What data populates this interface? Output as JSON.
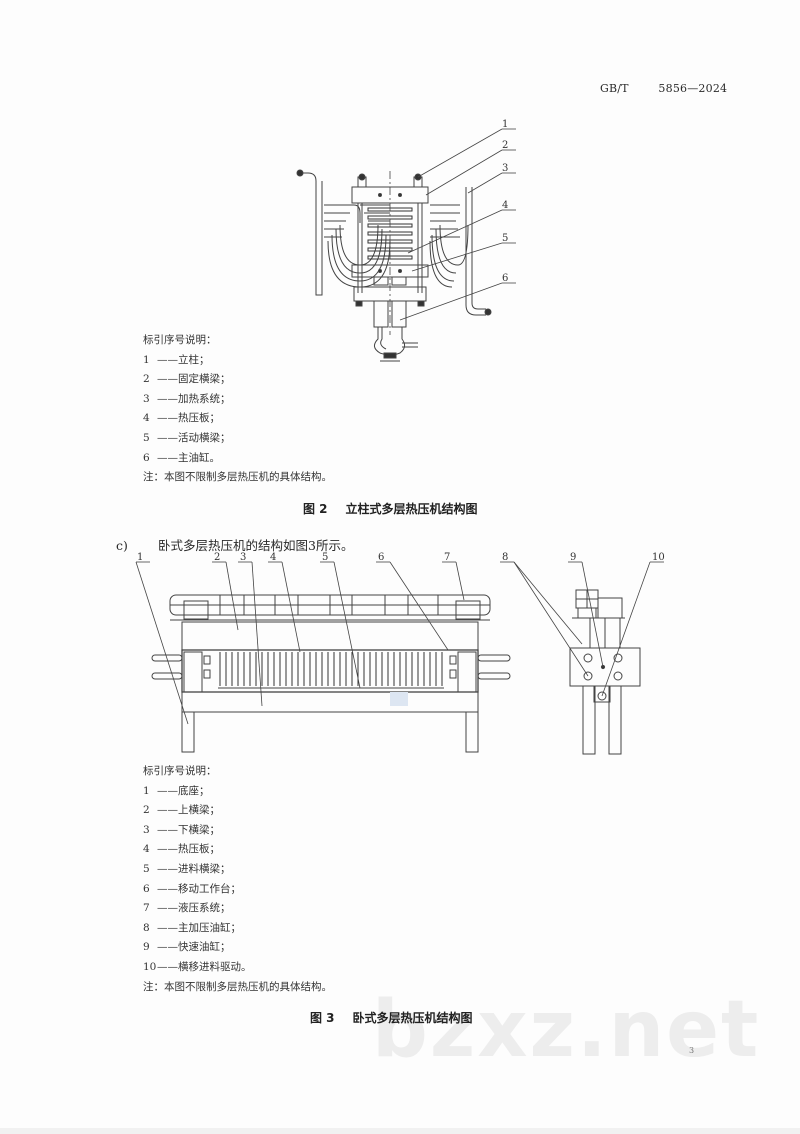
{
  "header": {
    "standard_prefix": "GB/T",
    "standard_number": "5856—2024"
  },
  "figure2": {
    "callouts": [
      "1",
      "2",
      "3",
      "4",
      "5",
      "6"
    ],
    "legend_title": "标引序号说明：",
    "legend_items": [
      {
        "num": "1",
        "dash": "——",
        "text": "立柱；"
      },
      {
        "num": "2",
        "dash": "——",
        "text": "固定横梁；"
      },
      {
        "num": "3",
        "dash": "——",
        "text": "加热系统；"
      },
      {
        "num": "4",
        "dash": "——",
        "text": "热压板；"
      },
      {
        "num": "5",
        "dash": "——",
        "text": "活动横梁；"
      },
      {
        "num": "6",
        "dash": "——",
        "text": "主油缸。"
      }
    ],
    "note": "注：本图不限制多层热压机的具体结构。",
    "caption_no": "图 2",
    "caption_title": "立柱式多层热压机结构图"
  },
  "paragraph_c": {
    "marker": "c)",
    "text": "卧式多层热压机的结构如图3所示。"
  },
  "figure3": {
    "callouts": [
      "1",
      "2",
      "3",
      "4",
      "5",
      "6",
      "7",
      "8",
      "9",
      "10"
    ],
    "legend_title": "标引序号说明：",
    "legend_items": [
      {
        "num": "1",
        "dash": "——",
        "text": "底座；"
      },
      {
        "num": "2",
        "dash": "——",
        "text": "上横梁；"
      },
      {
        "num": "3",
        "dash": "——",
        "text": "下横梁；"
      },
      {
        "num": "4",
        "dash": "——",
        "text": "热压板；"
      },
      {
        "num": "5",
        "dash": "——",
        "text": "进料横梁；"
      },
      {
        "num": "6",
        "dash": "——",
        "text": "移动工作台；"
      },
      {
        "num": "7",
        "dash": "——",
        "text": "液压系统；"
      },
      {
        "num": "8",
        "dash": "——",
        "text": "主加压油缸；"
      },
      {
        "num": "9",
        "dash": "——",
        "text": "快速油缸；"
      },
      {
        "num": "10",
        "dash": "——",
        "text": "横移进料驱动。"
      }
    ],
    "note": "注：本图不限制多层热压机的具体结构。",
    "caption_no": "图 3",
    "caption_title": "卧式多层热压机结构图"
  },
  "page_number": "3",
  "watermark": "bzxz.net"
}
